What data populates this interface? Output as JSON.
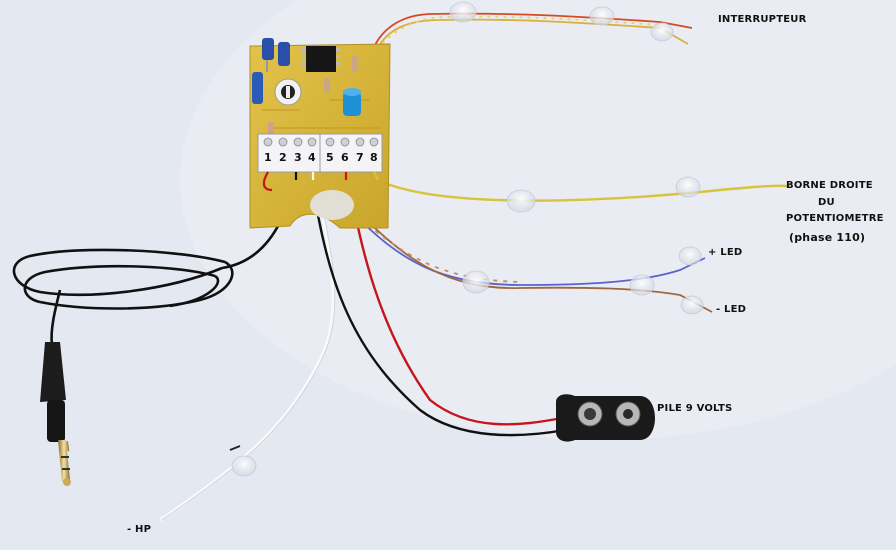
{
  "labels": {
    "interrupteur": "INTERRUPTEUR",
    "borne_line1": "BORNE DROITE",
    "borne_line2": "DU",
    "borne_line3": "POTENTIOMETRE",
    "phase": "(phase 110)",
    "led_plus": "+ LED",
    "led_minus": "- LED",
    "pile": "PILE 9 VOLTS",
    "hp_minus": "- HP"
  },
  "terminal_numbers": [
    "1",
    "2",
    "3",
    "4",
    "5",
    "6",
    "7",
    "8"
  ],
  "colors": {
    "background": "#e3e7f0",
    "pcb": "#d9b83a",
    "wire_red": "#c3171b",
    "wire_black": "#111111",
    "wire_white": "#f7f7f7",
    "wire_yellow": "#d6c13a",
    "wire_blue": "#5a64c8",
    "battery_clip": "#1a1a1a"
  },
  "icons": [
    "audio-jack-plug-icon",
    "battery-clip-icon",
    "potentiometer-icon",
    "capacitor-icon",
    "ic-chip-icon"
  ]
}
